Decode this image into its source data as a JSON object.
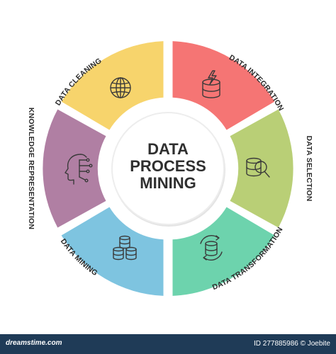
{
  "center_title": [
    "DATA",
    "PROCESS",
    "MINING"
  ],
  "segments": [
    {
      "label": "DATA INTEGRATION",
      "color": "#f57574",
      "icon": "database-lightning-icon"
    },
    {
      "label": "DATA SELECTION",
      "color": "#b9cf76",
      "icon": "database-magnifier-icon"
    },
    {
      "label": "DATA TRANSFORMATION",
      "color": "#6dd3ad",
      "icon": "database-cycle-icon"
    },
    {
      "label": "DATA MINING",
      "color": "#7ec4e0",
      "icon": "database-stack-icon"
    },
    {
      "label": "KNOWLEDGE REPRESENTATION",
      "color": "#b07fa3",
      "icon": "head-circuit-icon"
    },
    {
      "label": "DATA CLEANING",
      "color": "#f7d46c",
      "icon": "globe-icon"
    }
  ],
  "footer": {
    "brand": "dreamstime.com",
    "id_text": "ID 277885986 © Joebite"
  }
}
